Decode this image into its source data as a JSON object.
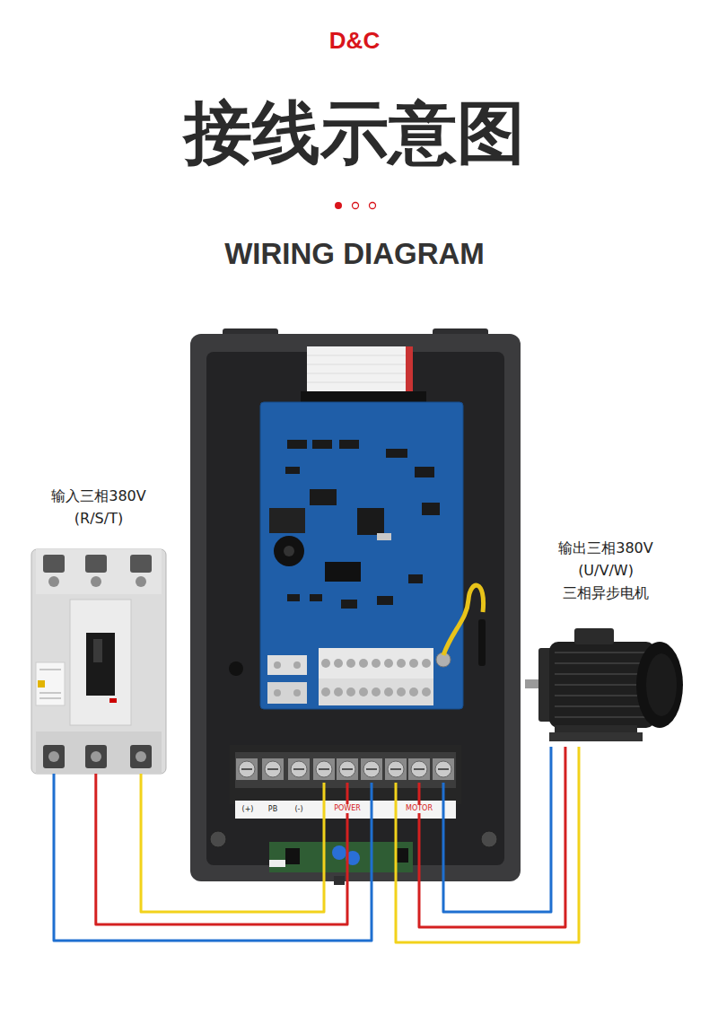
{
  "diagram": {
    "title": "接线示意图",
    "nodes": [
      {
        "text": [
          "输入三相380V (R/S/T)"
        ]
      },
      {
        "text": [
          "POWER"
        ]
      },
      {
        "text": [
          "MOTOR"
        ]
      },
      {
        "text": [
          "输出三相380V (U/V/W) 三相异步电机"
        ]
      }
    ],
    "edges": [
      {
        "from": 0,
        "to": 1,
        "arrow": "none"
      },
      {
        "from": 0,
        "to": 1,
        "arrow": "none"
      },
      {
        "from": 0,
        "to": 1,
        "arrow": "none"
      },
      {
        "from": 2,
        "to": 3,
        "arrow": "none"
      },
      {
        "from": 2,
        "to": 3,
        "arrow": "none"
      },
      {
        "from": 2,
        "to": 3,
        "arrow": "none"
      }
    ],
    "labels": [
      "D&C",
      "WIRING DIAGRAM",
      "(+)",
      "PB",
      "(-)"
    ]
  }
}
